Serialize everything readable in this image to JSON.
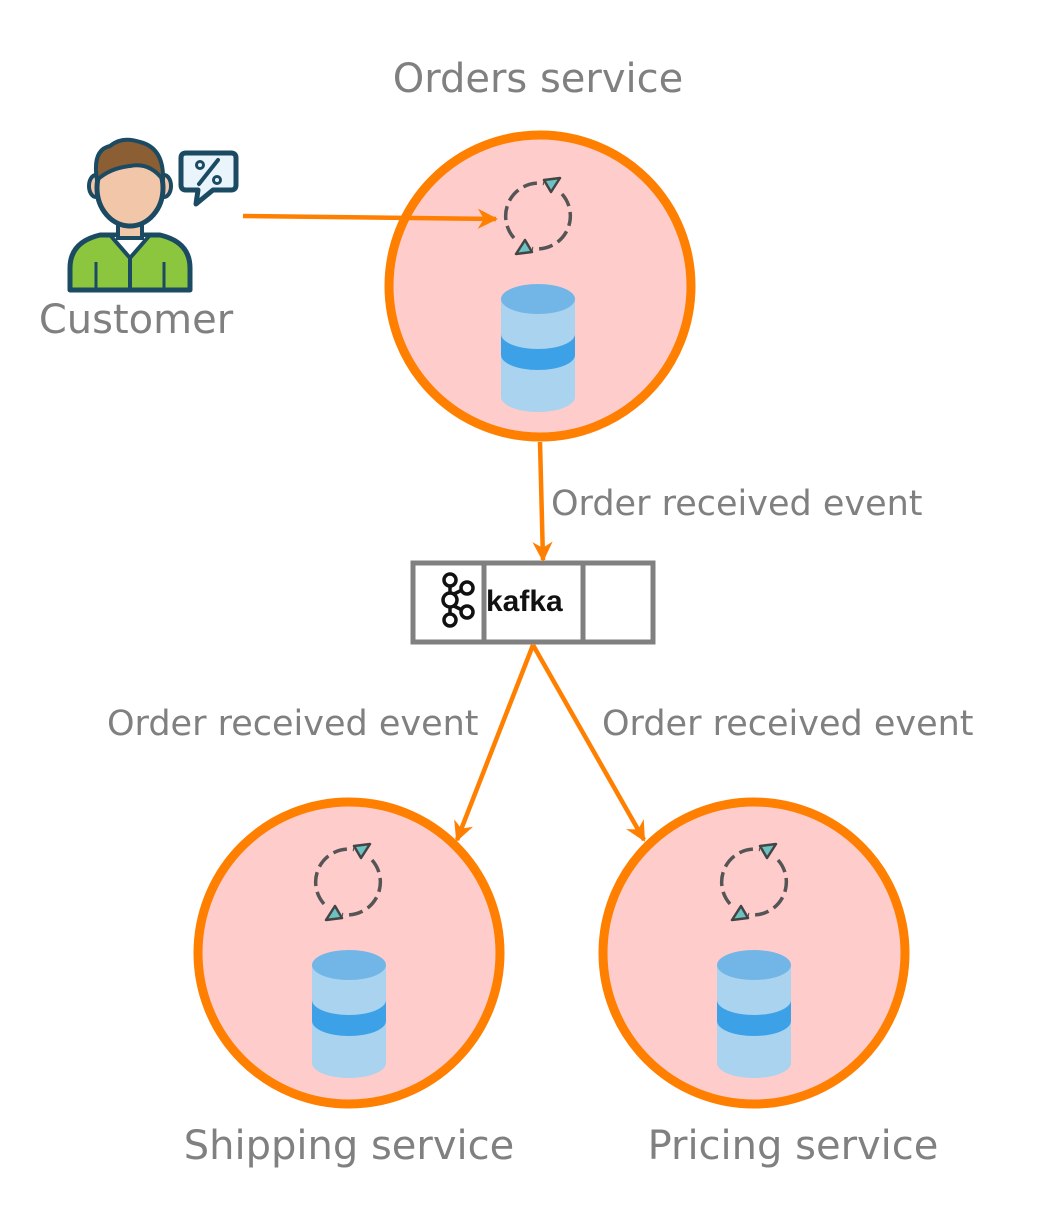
{
  "services": {
    "orders": "Orders service",
    "shipping": "Shipping service",
    "pricing": "Pricing service"
  },
  "actor": {
    "label": "Customer"
  },
  "events": {
    "to_kafka": "Order received event",
    "to_shipping": "Order received event",
    "to_pricing": "Order received event"
  },
  "broker": {
    "name": "kafka"
  },
  "colors": {
    "accent": "#FF7F00",
    "service_fill": "#FFCCCC",
    "label_text": "#808080",
    "db_light": "#A9D3EE",
    "db_mid": "#3DA1E8",
    "db_top": "#72B6E8",
    "cycle_arrow": "#6CC1C3"
  },
  "icons": {
    "actor": "customer-icon",
    "chat": "discount-chat-icon",
    "process": "sync-cycle-icon",
    "database": "database-icon",
    "broker": "kafka-logo-icon"
  }
}
